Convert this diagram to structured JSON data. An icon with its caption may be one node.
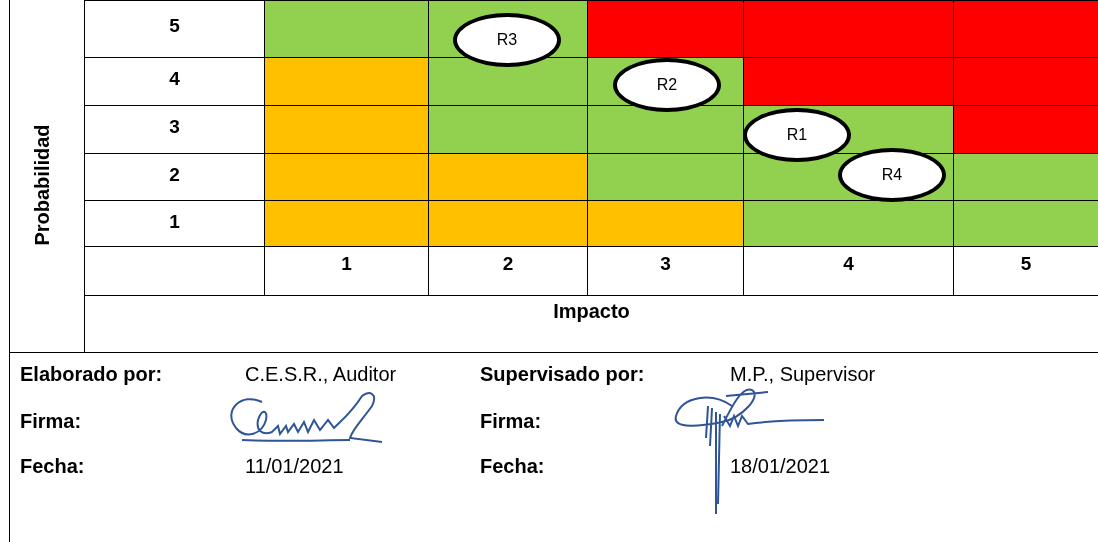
{
  "diagram": {
    "nodes": [
      {
        "text": [
          "R3"
        ]
      },
      {
        "text": [
          "R2"
        ]
      },
      {
        "text": [
          "R1"
        ]
      },
      {
        "text": [
          "R4"
        ]
      }
    ],
    "labels": [
      "5",
      "4",
      "3",
      "2",
      "1",
      "Probabilidad",
      "1",
      "2",
      "3",
      "4",
      "5",
      "Impacto",
      "Elaborado por:",
      "C.E.S.R., Auditor",
      "Supervisado por:",
      "M.P., Supervisor",
      "Firma:",
      "Firma:",
      "Fecha:",
      "11/01/2021",
      "Fecha:",
      "18/01/2021"
    ]
  }
}
